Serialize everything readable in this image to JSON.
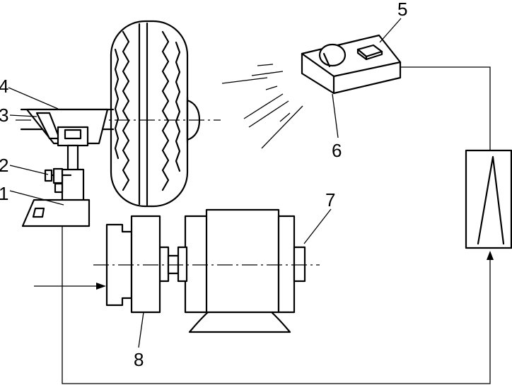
{
  "labels": {
    "l1": "1",
    "l2": "2",
    "l3": "3",
    "l4": "4",
    "l5": "5",
    "l6": "6",
    "l7": "7",
    "l8": "8"
  }
}
